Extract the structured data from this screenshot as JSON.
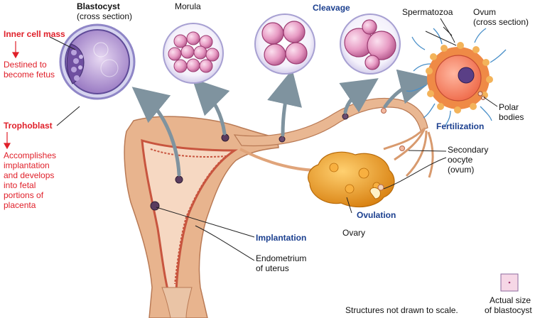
{
  "title": "",
  "labels": {
    "blastocyst": "Blastocyst",
    "blastocyst_sub": "(cross section)",
    "morula": "Morula",
    "cleavage": "Cleavage",
    "spermatozoa": "Spermatozoa",
    "ovum": "Ovum",
    "ovum_sub": "(cross section)",
    "inner_cell_mass": "Inner cell mass",
    "destined_line1": "Destined to",
    "destined_line2": "become fetus",
    "trophoblast": "Trophoblast",
    "accomplishes": [
      "Accomplishes",
      "implantation",
      "and develops",
      "into fetal",
      "portions of",
      "placenta"
    ],
    "polar_bodies": [
      "Polar",
      "bodies"
    ],
    "fertilization": "Fertilization",
    "secondary_oocyte": [
      "Secondary",
      "oocyte",
      "(ovum)"
    ],
    "ovulation": "Ovulation",
    "ovary": "Ovary",
    "implantation": "Implantation",
    "endometrium": [
      "Endometrium",
      "of uterus"
    ],
    "actual_size": [
      "Actual size",
      "of blastocyst"
    ],
    "scale_note": "Structures not drawn to scale."
  },
  "colors": {
    "red_label": "#e0202a",
    "navy_label": "#1b3f8f",
    "uterus_tissue": "#e8b48e",
    "endometrium": "#c8553f",
    "ovary": "#f0a020",
    "cell_pink": "#e8a6c8",
    "arrow_gray": "#7f939f"
  }
}
